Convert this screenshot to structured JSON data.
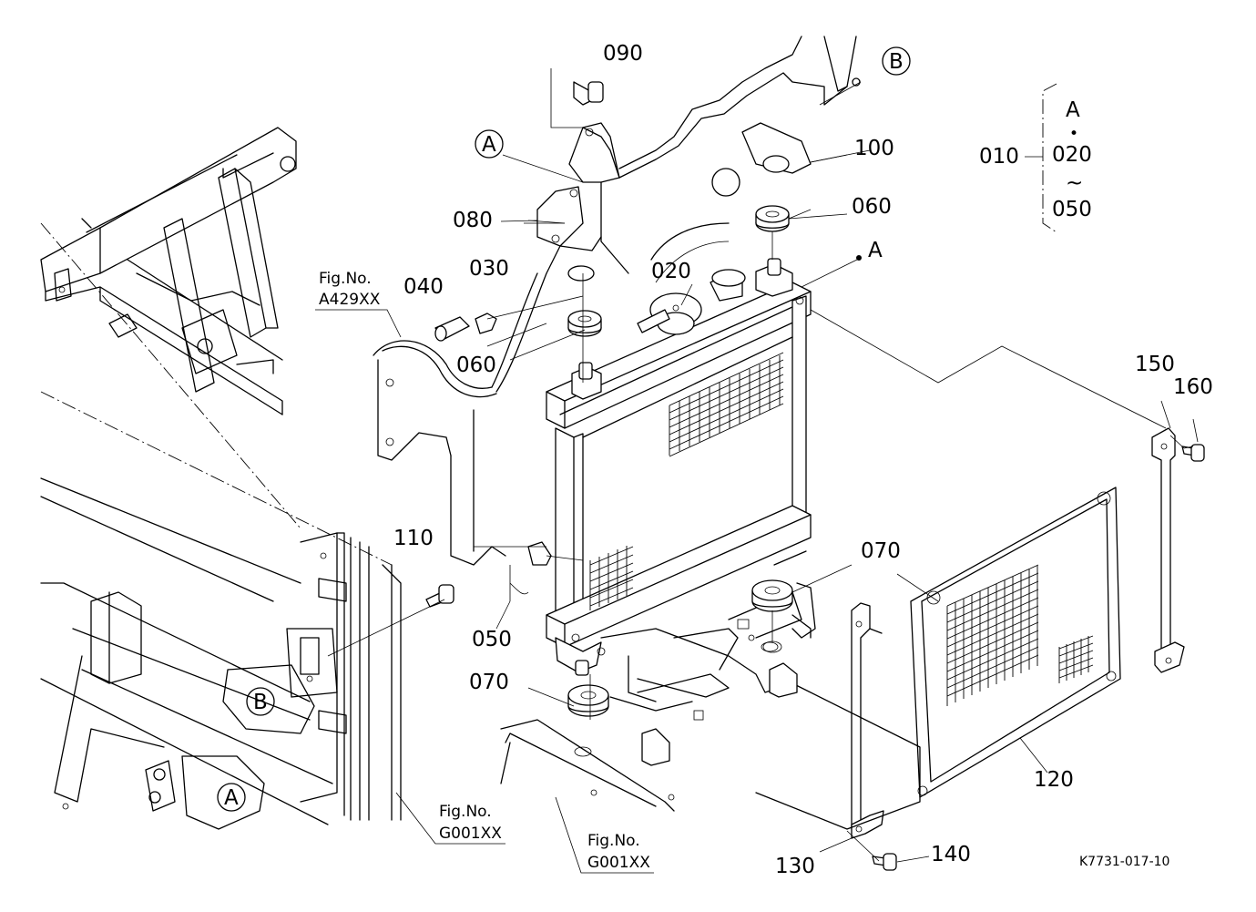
{
  "diagram": {
    "catalog_code": "K7731-017-10",
    "parts": [
      {
        "no": "010"
      },
      {
        "no": "020"
      },
      {
        "no": "030"
      },
      {
        "no": "040"
      },
      {
        "no": "050"
      },
      {
        "no": "060"
      },
      {
        "no": "070"
      },
      {
        "no": "080"
      },
      {
        "no": "090"
      },
      {
        "no": "100"
      },
      {
        "no": "110"
      },
      {
        "no": "120"
      },
      {
        "no": "130"
      },
      {
        "no": "140"
      },
      {
        "no": "150"
      },
      {
        "no": "160"
      }
    ],
    "assembly_group": {
      "label": "010",
      "top": "A",
      "dot": "•",
      "start": "020",
      "range_sep": "~",
      "end": "050"
    },
    "markers": {
      "a": "A",
      "b": "B"
    },
    "references": [
      {
        "line1": "Fig.No.",
        "line2": "A429XX"
      },
      {
        "line1": "Fig.No.",
        "line2": "G001XX"
      },
      {
        "line1": "Fig.No.",
        "line2": "G001XX"
      }
    ]
  }
}
